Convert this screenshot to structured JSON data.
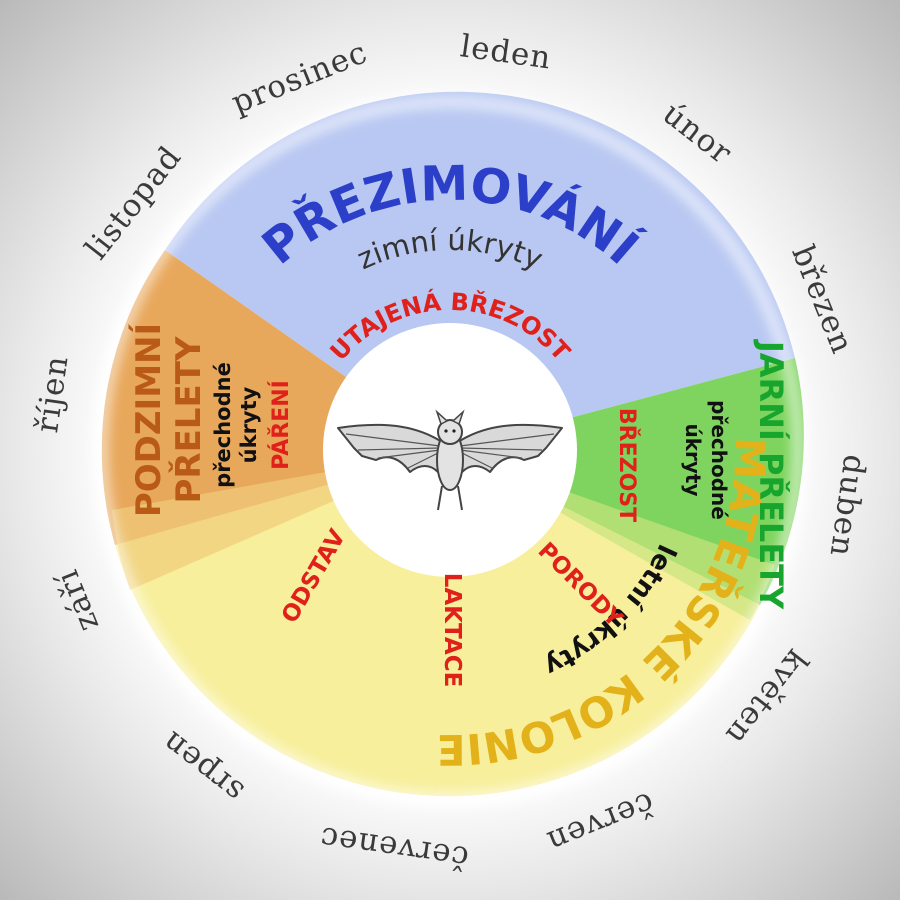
{
  "months": [
    "leden",
    "únor",
    "březen",
    "duben",
    "květen",
    "červen",
    "červenec",
    "srpen",
    "září",
    "říjen",
    "listopad",
    "prosinec"
  ],
  "colors": {
    "winter": "#b9c8f2",
    "spring": "#7fd45f",
    "summer": "#f7ef9c",
    "autumn": "#e8a85c",
    "winter_text": "#2b3fc9",
    "spring_text": "#18a52e",
    "summer_text": "#e3b21a",
    "autumn_text": "#b95a16",
    "red_text": "#e0201a"
  },
  "seasons": {
    "winter": {
      "title": "PŘEZIMOVÁNÍ",
      "shelter": "zimní úkryty",
      "phase": "UTAJENÁ BŘEZOST"
    },
    "spring": {
      "title": "JARNÍ PŘELETY",
      "shelter_line1": "přechodné",
      "shelter_line2": "úkryty",
      "phase": "BŘEZOST"
    },
    "summer": {
      "title": "MATEŘSKÉ KOLONIE",
      "shelter": "letní úkryty",
      "phase_births": "PORODY",
      "phase_lactation": "LAKTACE",
      "phase_weaning": "ODSTAV"
    },
    "autumn": {
      "title_line1": "PODZIMNÍ",
      "title_line2": "PŘELETY",
      "shelter_line1": "přechodné",
      "shelter_line2": "úkryty",
      "phase": "PÁŘENÍ"
    }
  },
  "center_icon": "bat-icon"
}
